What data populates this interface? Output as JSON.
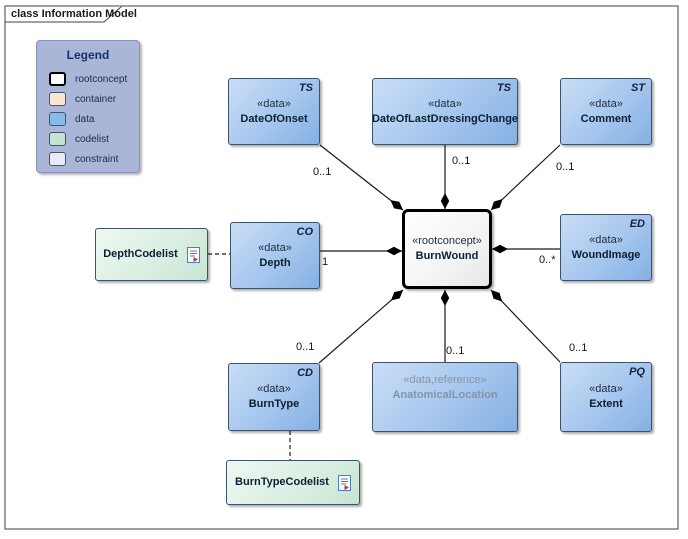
{
  "frame": {
    "tab_label": "class Information Model"
  },
  "legend": {
    "title": "Legend",
    "items": [
      {
        "label": "rootconcept",
        "color": "#ffffff"
      },
      {
        "label": "container",
        "color": "#f9e5d2"
      },
      {
        "label": "data",
        "color": "#88baeb"
      },
      {
        "label": "codelist",
        "color": "#c3e4ce"
      },
      {
        "label": "constraint",
        "color": "#e9ebf9"
      }
    ]
  },
  "nodes": {
    "burn_wound": {
      "stereotype": "«rootconcept»",
      "name": "BurnWound"
    },
    "date_of_onset": {
      "type_code": "TS",
      "stereotype": "«data»",
      "name": "DateOfOnset",
      "multiplicity": "0..1"
    },
    "date_of_last_dressing_change": {
      "type_code": "TS",
      "stereotype": "«data»",
      "name": "DateOfLastDressingChange",
      "multiplicity": "0..1"
    },
    "comment": {
      "type_code": "ST",
      "stereotype": "«data»",
      "name": "Comment",
      "multiplicity": "0..1"
    },
    "depth": {
      "type_code": "CO",
      "stereotype": "«data»",
      "name": "Depth",
      "multiplicity": "1"
    },
    "wound_image": {
      "type_code": "ED",
      "stereotype": "«data»",
      "name": "WoundImage",
      "multiplicity": "0..*"
    },
    "burn_type": {
      "type_code": "CD",
      "stereotype": "«data»",
      "name": "BurnType",
      "multiplicity": "0..1"
    },
    "anatomical_location": {
      "stereotype": "«data,reference»",
      "name": "AnatomicalLocation",
      "multiplicity": "0..1"
    },
    "extent": {
      "type_code": "PQ",
      "stereotype": "«data»",
      "name": "Extent",
      "multiplicity": "0..1"
    },
    "depth_codelist": {
      "name": "DepthCodelist"
    },
    "burn_type_codelist": {
      "name": "BurnTypeCodelist"
    }
  },
  "colors": {
    "data_fill": "#9cc0ec",
    "codelist_fill": "#d9eee2",
    "rootconcept_fill": "#f6f6f6",
    "legend_fill": "#a9b6d8",
    "legend_title": "#17306b",
    "connector": "#1a1a1a"
  }
}
